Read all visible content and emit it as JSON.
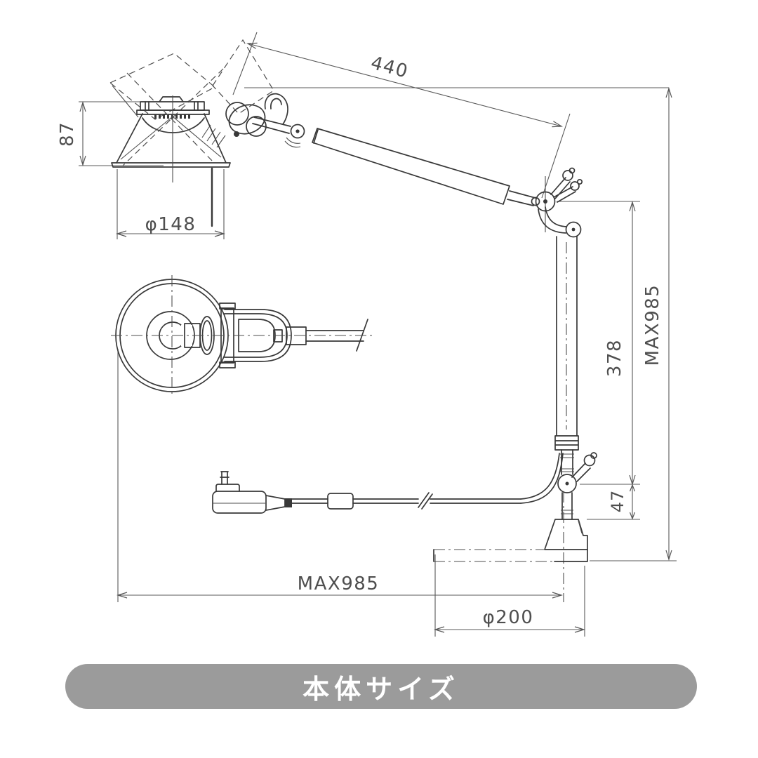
{
  "drawing": {
    "type": "technical-dimension-drawing",
    "subject": "articulated desk lamp (side view, head front view, power cord)",
    "dimensions": {
      "upper_arm_length": "440",
      "shade_height": "87",
      "shade_diameter": "φ148",
      "lower_arm_length": "378",
      "max_height": "MAX985",
      "lower_joint_height": "47",
      "max_reach": "MAX985",
      "base_diameter": "φ200"
    }
  },
  "banner": {
    "label": "本体サイズ"
  },
  "colors": {
    "background": "#ffffff",
    "drawing_line": "#383838",
    "dimension_line": "#585858",
    "dimension_text": "#4f4f4f",
    "banner_background": "#9b9b9b",
    "banner_text": "#ffffff"
  }
}
